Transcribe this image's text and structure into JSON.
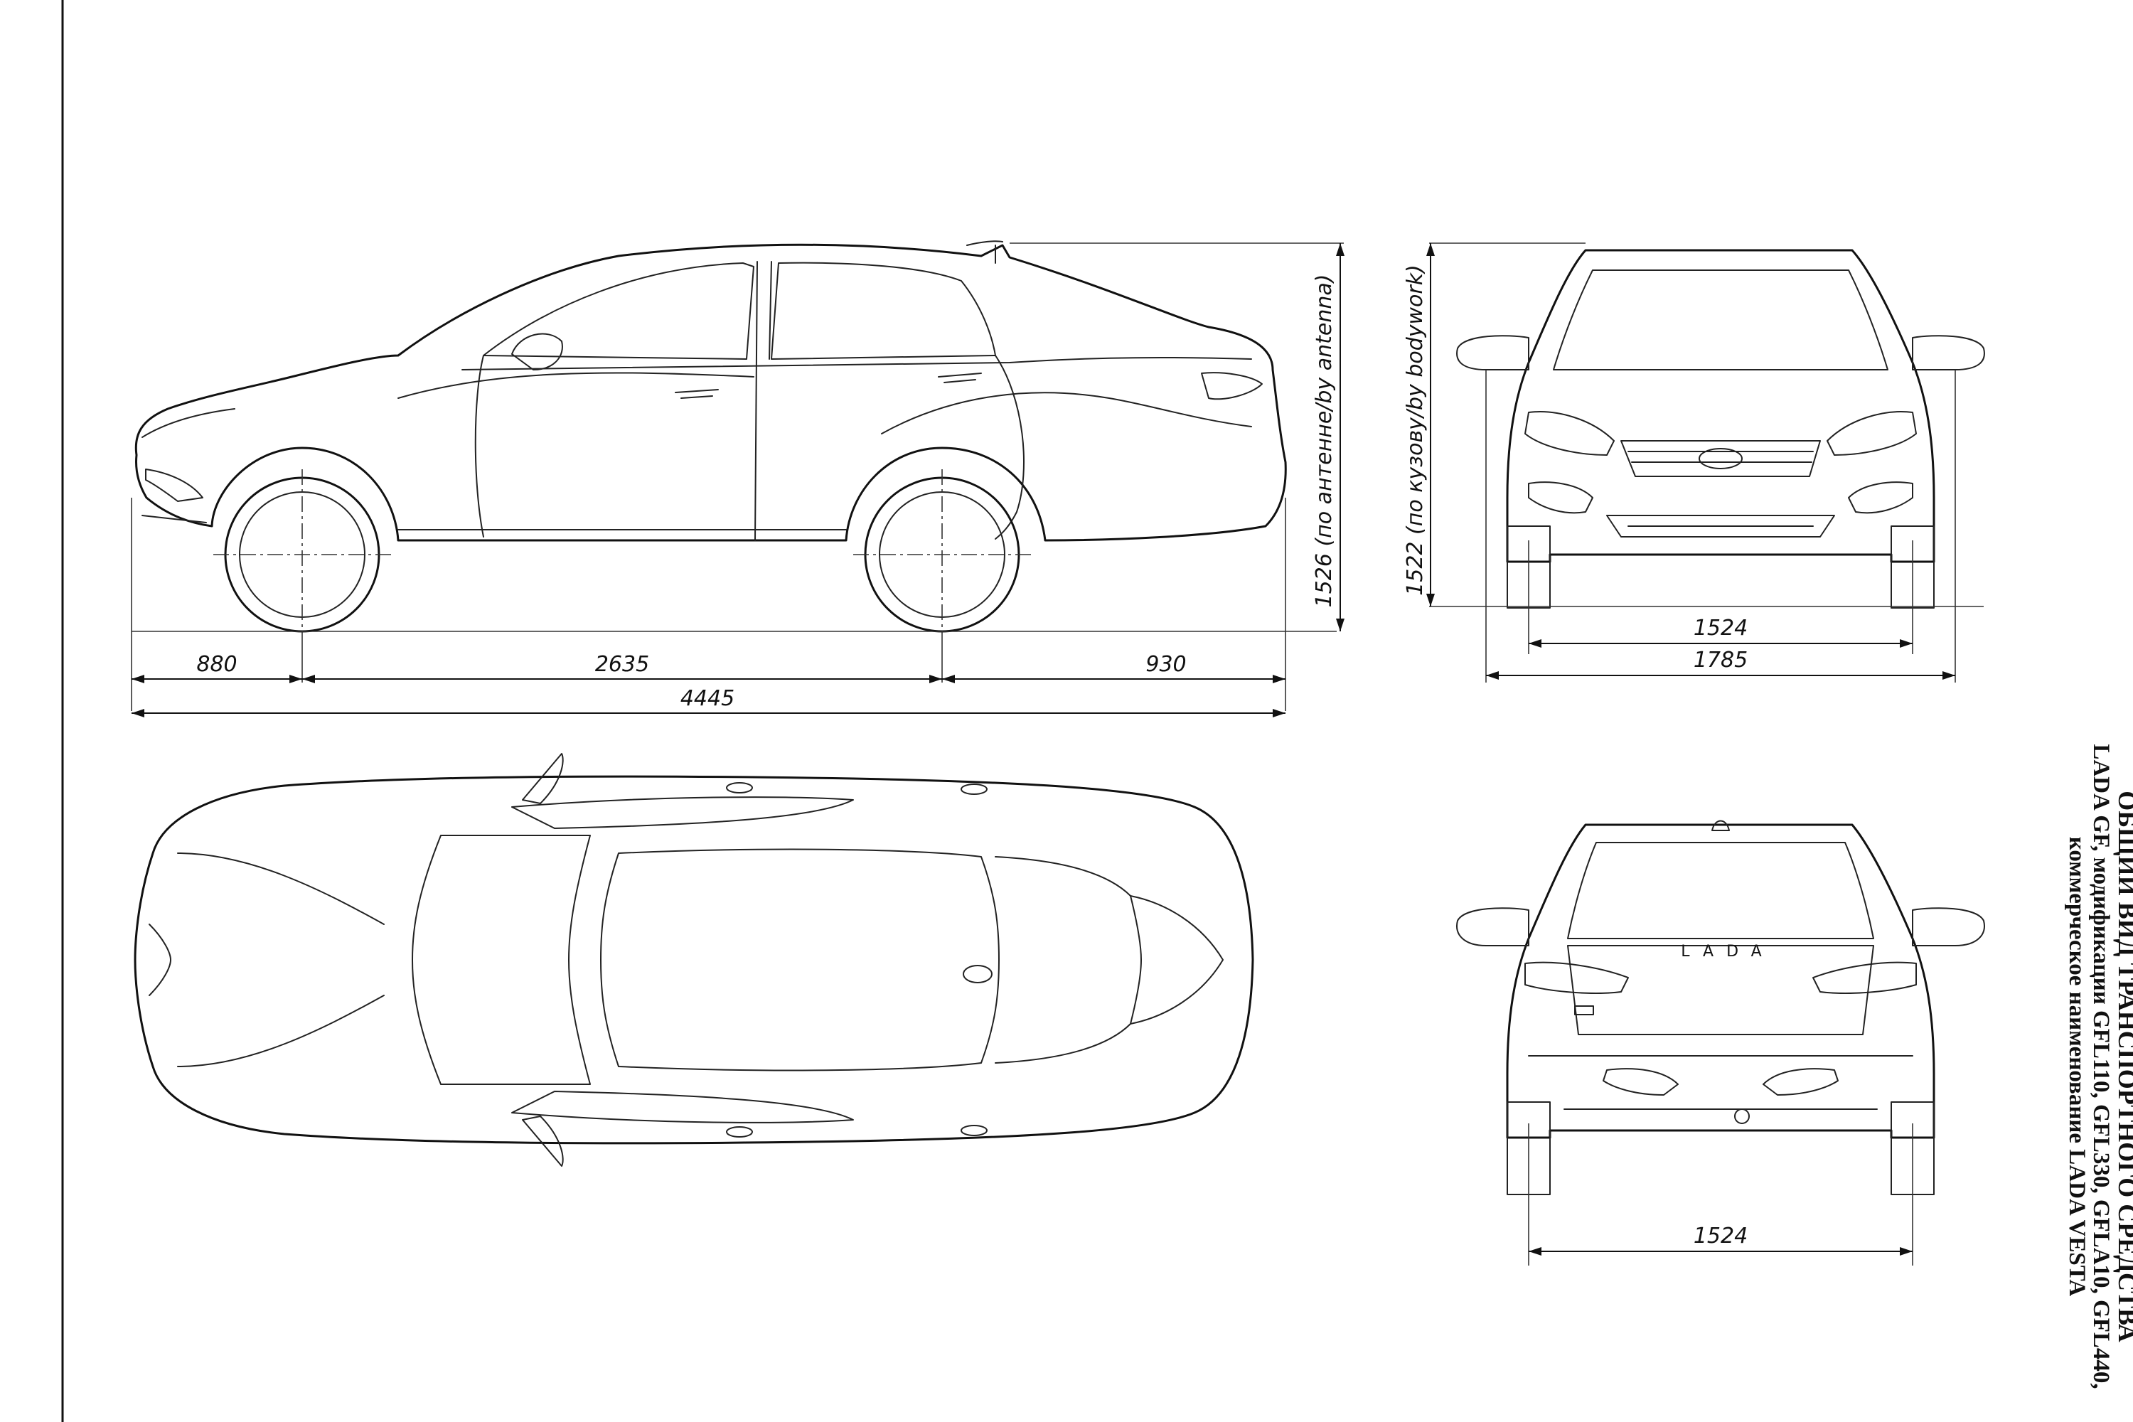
{
  "title_block": {
    "line1": "ОБЩИЙ ВИД ТРАНСПОРТНОГО СРЕДСТВА",
    "line2": "LADA GF, модификации GFL110, GFL330, GFLA10, GFL440,",
    "line3": "коммерческое наименование LADA VESTA"
  },
  "dimensions": {
    "front_overhang": "880",
    "wheelbase": "2635",
    "rear_overhang": "930",
    "overall_length": "4445",
    "height_antenna": "1526 (по антенне/by antenna)",
    "height_bodywork": "1522 (по кузову/by bodywork)",
    "front_track": "1524",
    "overall_width": "1785",
    "rear_track": "1524"
  },
  "rear_badge": "LADA",
  "icons": {
    "side_view": "car-side-view-drawing",
    "top_view": "car-top-view-drawing",
    "front_view": "car-front-view-drawing",
    "rear_view": "car-rear-view-drawing"
  }
}
